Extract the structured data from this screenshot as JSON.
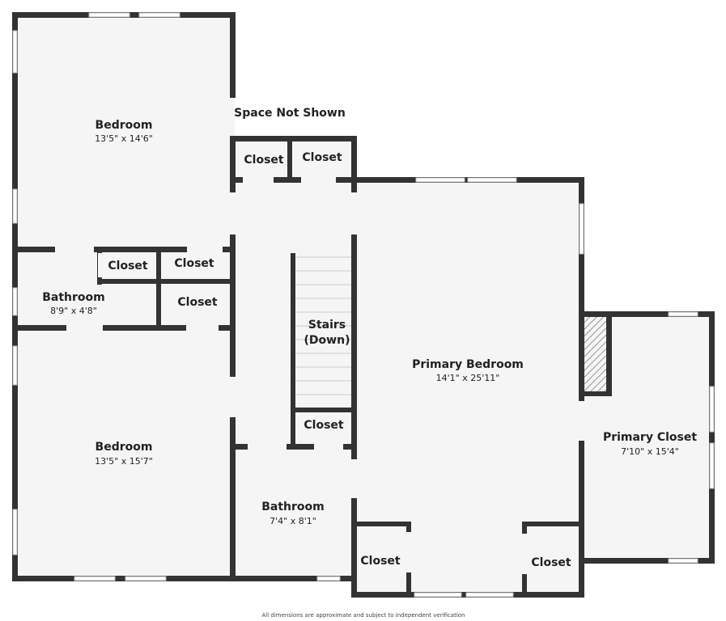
{
  "plan": {
    "space_not_shown": "Space Not Shown",
    "rooms": {
      "bedroom_top": {
        "name": "Bedroom",
        "dims": "13'5\" x 14'6\""
      },
      "bathroom_left": {
        "name": "Bathroom",
        "dims": "8'9\" x 4'8\""
      },
      "closet_a": {
        "name": "Closet"
      },
      "closet_b": {
        "name": "Closet"
      },
      "closet_c": {
        "name": "Closet"
      },
      "bedroom_bottom": {
        "name": "Bedroom",
        "dims": "13'5\" x 15'7\""
      },
      "closet_d": {
        "name": "Closet"
      },
      "closet_e": {
        "name": "Closet"
      },
      "stairs": {
        "name": "Stairs",
        "sub": "(Down)"
      },
      "closet_f": {
        "name": "Closet"
      },
      "bathroom_center": {
        "name": "Bathroom",
        "dims": "7'4\" x 8'1\""
      },
      "primary_bedroom": {
        "name": "Primary Bedroom",
        "dims": "14'1\" x 25'11\""
      },
      "primary_closet": {
        "name": "Primary Closet",
        "dims": "7'10\" x 15'4\""
      },
      "closet_g": {
        "name": "Closet"
      },
      "closet_h": {
        "name": "Closet"
      }
    },
    "disclaimer": "All dimensions are approximate and subject to independent verification"
  },
  "colors": {
    "wall": "#333333",
    "floor": "#f5f5f5"
  }
}
